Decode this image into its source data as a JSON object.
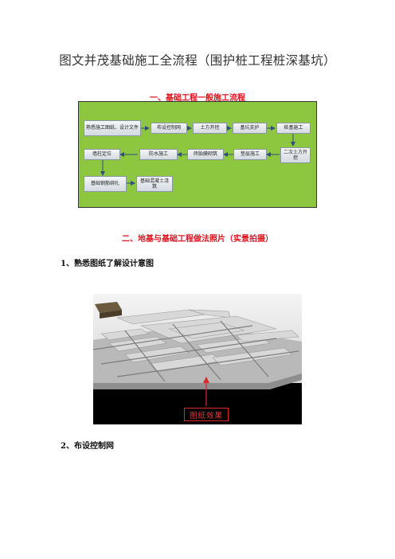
{
  "document": {
    "title": "图文并茂基础施工全流程（围护桩工程桩深基坑）",
    "section1_heading": "一、基础工程一般施工流程",
    "section2_heading": "二、地基与基础工程做法照片（实景拍摄）",
    "step1_heading": "1、熟悉图纸了解设计意图",
    "step2_heading": "2、布设控制网"
  },
  "flowchart": {
    "steps": [
      "熟悉施工图纸、设计文件",
      "布设控制网",
      "土方开挖",
      "基坑支护",
      "桩基施工",
      "二次土方开挖",
      "垫层施工",
      "砖胎膜砌筑",
      "防水施工",
      "墙柱定位",
      "基础钢筋绑扎",
      "基础混凝土浇筑"
    ]
  },
  "photo": {
    "caption": "图纸效果"
  },
  "colors": {
    "heading_red": "#e0141e",
    "flow_background": "#8dc63f",
    "arrow_red": "#d9292a"
  }
}
